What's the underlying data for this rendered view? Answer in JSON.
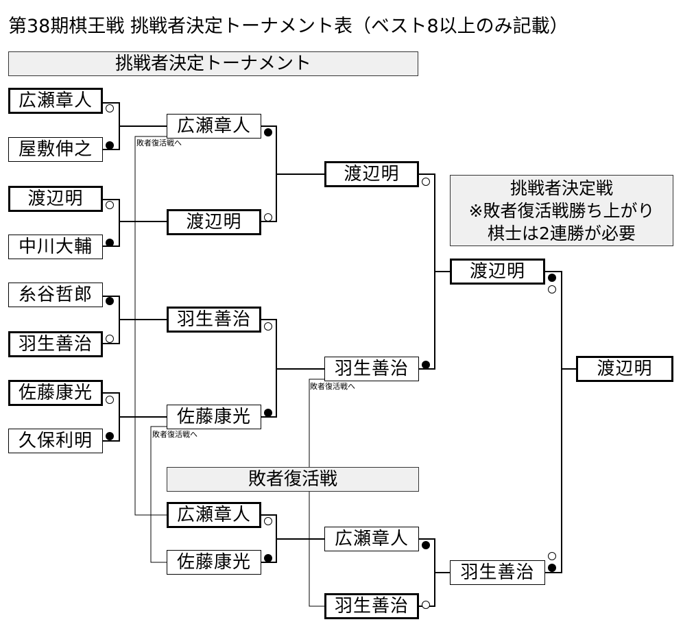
{
  "title": "第38期棋王戦 挑戦者決定トーナメント表（ベスト8以上のみ記載）",
  "banners": {
    "main": "挑戦者決定トーナメント",
    "losers": "敗者復活戦"
  },
  "info": {
    "line1": "挑戦者決定戦",
    "line2": "※敗者復活戦勝ち上がり",
    "line3": "棋士は2連勝が必要"
  },
  "note_loser": "敗者復活戦へ",
  "round1": [
    "広瀬章人",
    "屋敷伸之",
    "渡辺明",
    "中川大輔",
    "糸谷哲郎",
    "羽生善治",
    "佐藤康光",
    "久保利明"
  ],
  "quarterfinal": [
    "広瀬章人",
    "渡辺明",
    "羽生善治",
    "佐藤康光"
  ],
  "semifinal": [
    "渡辺明",
    "羽生善治"
  ],
  "winners_final": "渡辺明",
  "losers_r1": [
    "広瀬章人",
    "佐藤康光"
  ],
  "losers_r2": [
    "広瀬章人",
    "羽生善治"
  ],
  "losers_final": "羽生善治",
  "challenger_final": "渡辺明"
}
